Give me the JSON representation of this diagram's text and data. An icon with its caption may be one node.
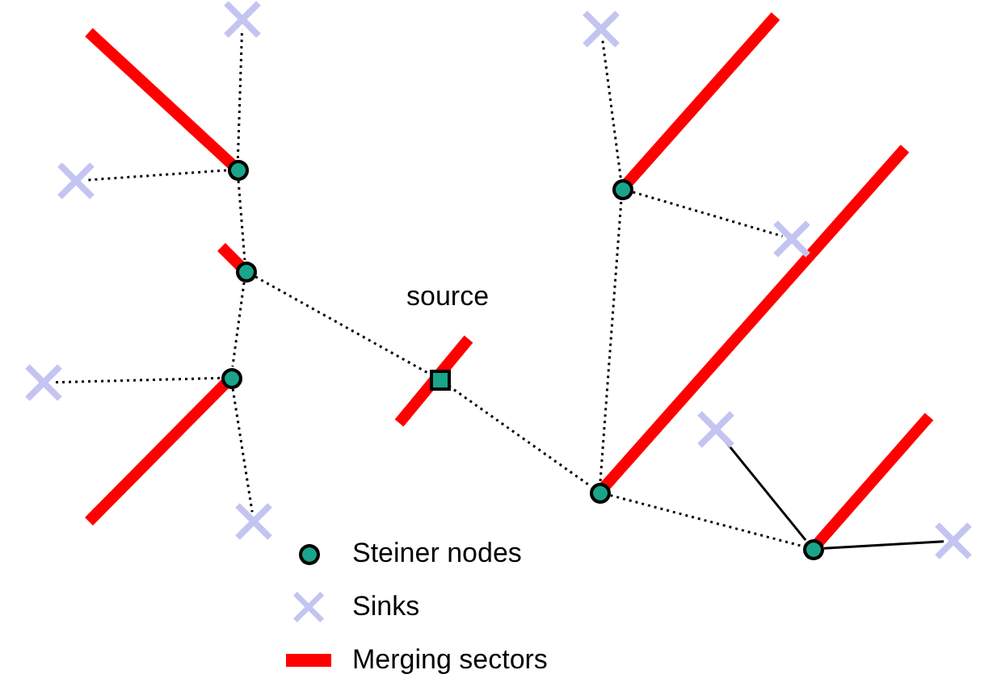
{
  "diagram": {
    "nodes": [
      {
        "text": [],
        "shape": "cross"
      },
      {
        "text": [],
        "shape": "cross"
      },
      {
        "text": [],
        "shape": "circle"
      },
      {
        "text": [],
        "shape": "cross"
      },
      {
        "text": [],
        "shape": "circle"
      },
      {
        "text": [],
        "shape": "cross"
      },
      {
        "text": [],
        "shape": "circle"
      },
      {
        "text": [],
        "shape": "box",
        "beside": [
          "source"
        ]
      },
      {
        "text": [],
        "shape": "circle"
      },
      {
        "text": [],
        "shape": "cross"
      },
      {
        "text": [],
        "shape": "cross"
      },
      {
        "text": [],
        "shape": "circle"
      },
      {
        "text": [],
        "shape": "cross"
      },
      {
        "text": [],
        "shape": "cross"
      },
      {
        "text": [],
        "shape": "circle"
      }
    ],
    "edges": [
      {
        "from": 2,
        "to": 0,
        "arrow": "none",
        "style": "dashed"
      },
      {
        "from": 2,
        "to": 3,
        "arrow": "none",
        "style": "dashed"
      },
      {
        "from": 2,
        "to": 6,
        "arrow": "none",
        "style": "dashed"
      },
      {
        "from": 6,
        "to": 8,
        "arrow": "none",
        "style": "dashed"
      },
      {
        "from": 6,
        "to": 7,
        "arrow": "none",
        "style": "dashed"
      },
      {
        "from": 8,
        "to": 9,
        "arrow": "none",
        "style": "dashed"
      },
      {
        "from": 8,
        "to": 12,
        "arrow": "none",
        "style": "dashed"
      },
      {
        "from": 7,
        "to": 11,
        "arrow": "none",
        "style": "dashed"
      },
      {
        "from": 11,
        "to": 4,
        "arrow": "none",
        "style": "dashed"
      },
      {
        "from": 4,
        "to": 1,
        "arrow": "none",
        "style": "dashed"
      },
      {
        "from": 4,
        "to": 5,
        "arrow": "none",
        "style": "dashed"
      },
      {
        "from": 11,
        "to": 14,
        "arrow": "none",
        "style": "dashed"
      },
      {
        "from": 14,
        "to": 10,
        "arrow": "none"
      },
      {
        "from": 14,
        "to": 13,
        "arrow": "none"
      }
    ],
    "legend": [
      {
        "text": "Steiner nodes"
      },
      {
        "text": "Sinks"
      },
      {
        "text": "Merging sectors"
      }
    ]
  }
}
